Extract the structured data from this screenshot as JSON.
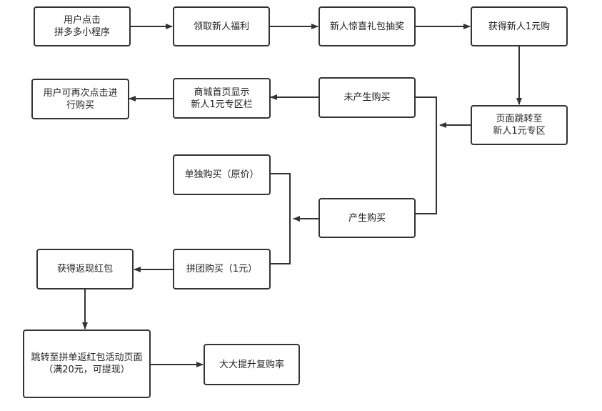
{
  "nodes": {
    "mini_program": "用户点击\n拼多多小程序",
    "claim_benefit": "领取新人福利",
    "lottery": "新人惊喜礼包抽奖",
    "get_1yuan": "获得新人1元购",
    "page_jump": "页面跳转至\n新人1元专区",
    "not_purchased": "未产生购买",
    "homepage_zone": "商城首页显示\n新人1元专区栏",
    "click_again": "用户可再次点击进\n行购买",
    "purchased": "产生购买",
    "solo_buy": "单独购买（原价）",
    "group_buy": "拼团购买（1元）",
    "cashback": "获得返现红包",
    "activity_page": "跳转至拼单返红包活动页面\n（满20元，可提现）",
    "repurchase": "大大提升复购率"
  },
  "colors": {
    "stroke": "#333333",
    "text": "#222222",
    "background": "#ffffff"
  }
}
